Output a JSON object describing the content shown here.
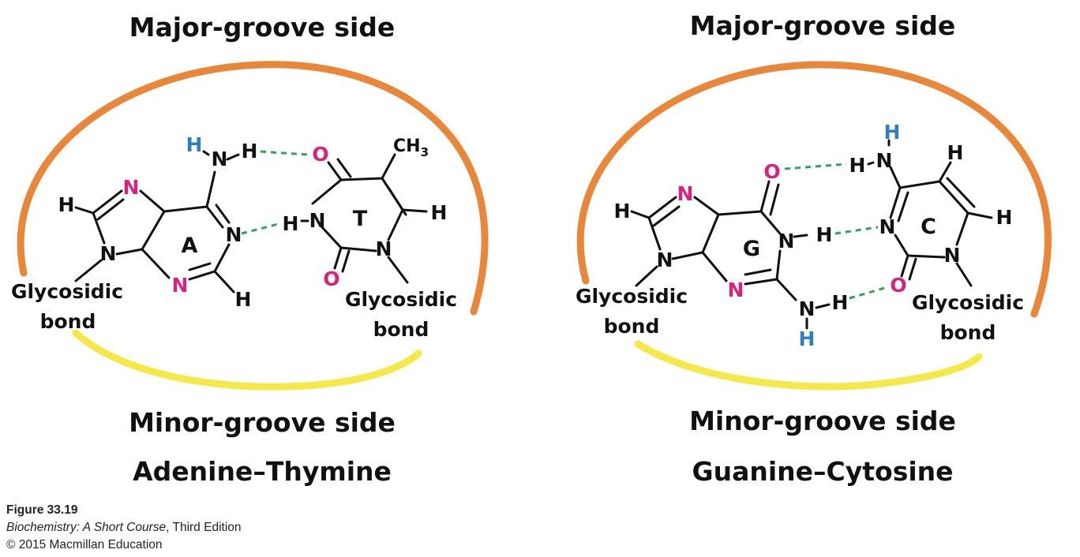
{
  "labels": {
    "major_groove": "Major-groove side",
    "minor_groove": "Minor-groove side",
    "glycosidic": "Glycosidic",
    "bond": "bond"
  },
  "pairs": {
    "at": {
      "name": "Adenine–Thymine",
      "purine_letter": "A",
      "pyrimidine_letter": "T",
      "methyl": "CH",
      "methyl_sub": "3"
    },
    "gc": {
      "name": "Guanine–Cytosine",
      "purine_letter": "G",
      "pyrimidine_letter": "C"
    }
  },
  "atoms": {
    "N": "N",
    "H": "H",
    "O": "O"
  },
  "caption": {
    "figure": "Figure 33.19",
    "book": "Biochemistry: A Short Course",
    "edition": ", Third Edition",
    "copyright": "© 2015 Macmillan Education"
  },
  "colors": {
    "major_arc": "#e8873a",
    "minor_arc": "#f5e84a",
    "acceptor": "#d6217d",
    "donor_h": "#2f7fbf",
    "hydrogen_bond": "#2fa25b"
  }
}
